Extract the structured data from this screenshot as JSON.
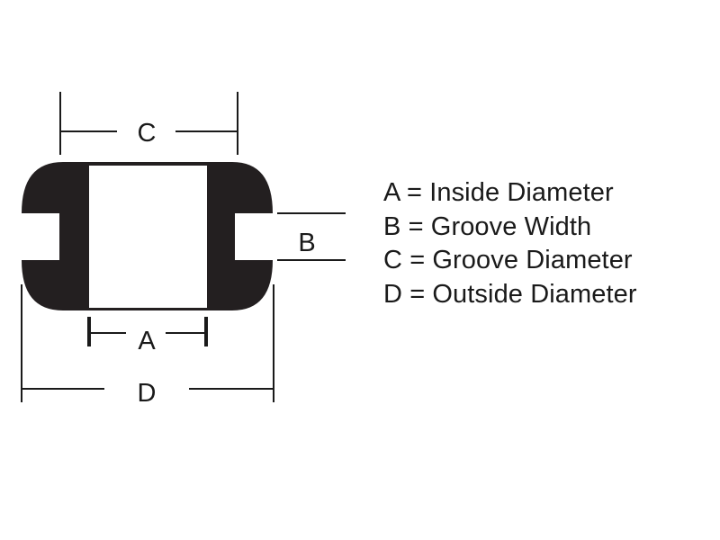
{
  "diagram": {
    "subject": "Rubber grommet cross-section",
    "colors": {
      "background": "#ffffff",
      "grommet_fill": "#231f20",
      "line": "#1a1a1a"
    },
    "dimension_labels": {
      "A": "A",
      "B": "B",
      "C": "C",
      "D": "D"
    },
    "legend": [
      {
        "key": "A",
        "text": "A = Inside Diameter"
      },
      {
        "key": "B",
        "text": "B = Groove Width"
      },
      {
        "key": "C",
        "text": "C = Groove Diameter"
      },
      {
        "key": "D",
        "text": "D = Outside Diameter"
      }
    ]
  }
}
